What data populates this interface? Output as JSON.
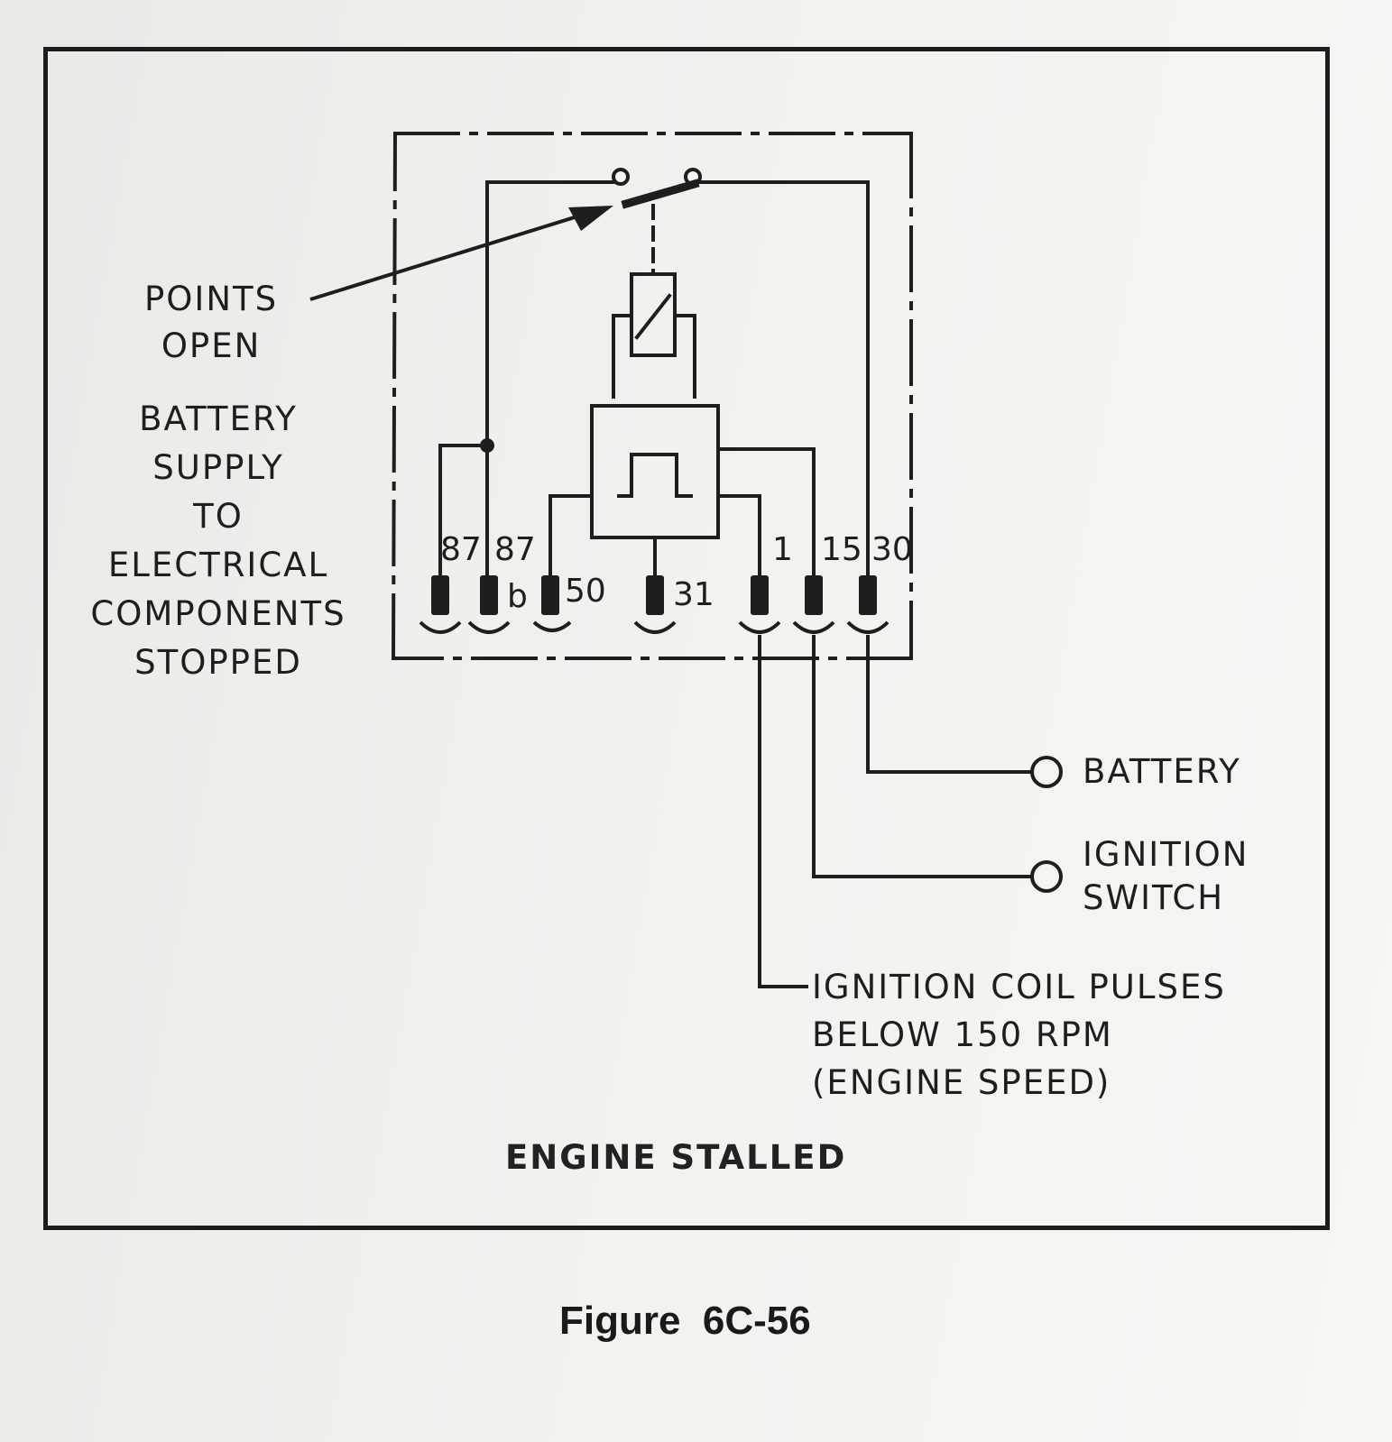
{
  "labels": {
    "points_open": [
      "POINTS",
      "OPEN"
    ],
    "battery_supply": [
      "BATTERY",
      "SUPPLY",
      "TO",
      "ELECTRICAL",
      "COMPONENTS",
      "STOPPED"
    ],
    "battery": "BATTERY",
    "ignition_switch": [
      "IGNITION",
      "SWITCH"
    ],
    "ignition_coil": [
      "IGNITION COIL PULSES",
      "BELOW 150 RPM",
      "(ENGINE SPEED)"
    ],
    "state": "ENGINE STALLED"
  },
  "terminals": {
    "t87": "87",
    "t87b_num": "87",
    "t87b_suffix": "b",
    "t50": "50",
    "t31": "31",
    "t1": "1",
    "t15": "15",
    "t30": "30"
  },
  "caption": "Figure  6C-56"
}
